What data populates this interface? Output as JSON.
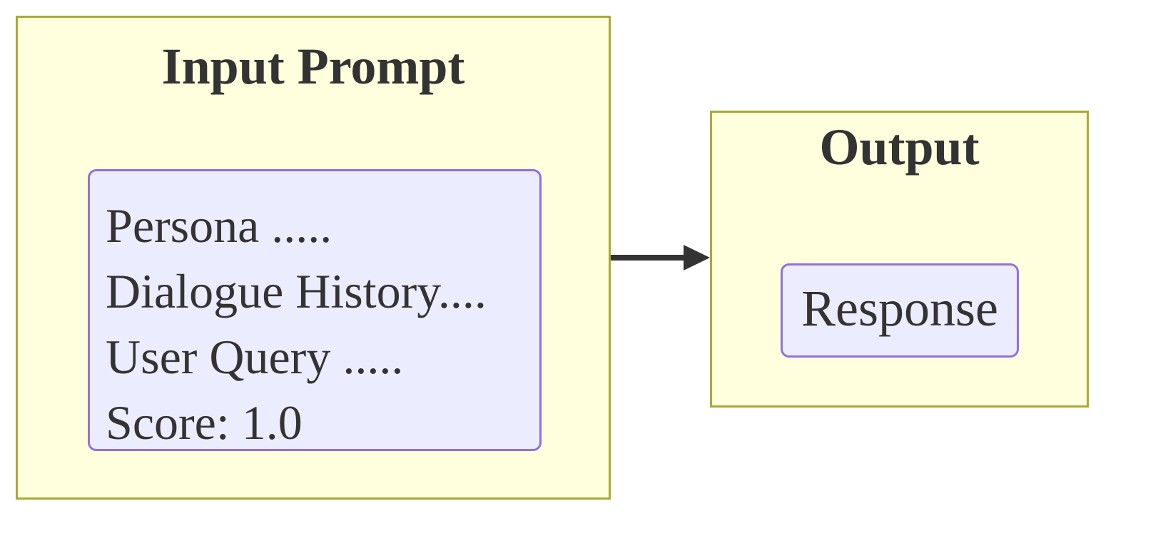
{
  "clusters": {
    "input": {
      "title": "Input Prompt",
      "node": {
        "lines": [
          "Persona .....",
          "Dialogue History....",
          "User Query .....",
          "Score: 1.0"
        ]
      }
    },
    "output": {
      "title": "Output",
      "node": {
        "label": "Response"
      }
    }
  },
  "colors": {
    "cluster_fill": "#ffffde",
    "cluster_border": "#aaaa33",
    "node_fill": "#ececff",
    "node_border": "#9370db",
    "text": "#333333",
    "edge": "#333333"
  }
}
